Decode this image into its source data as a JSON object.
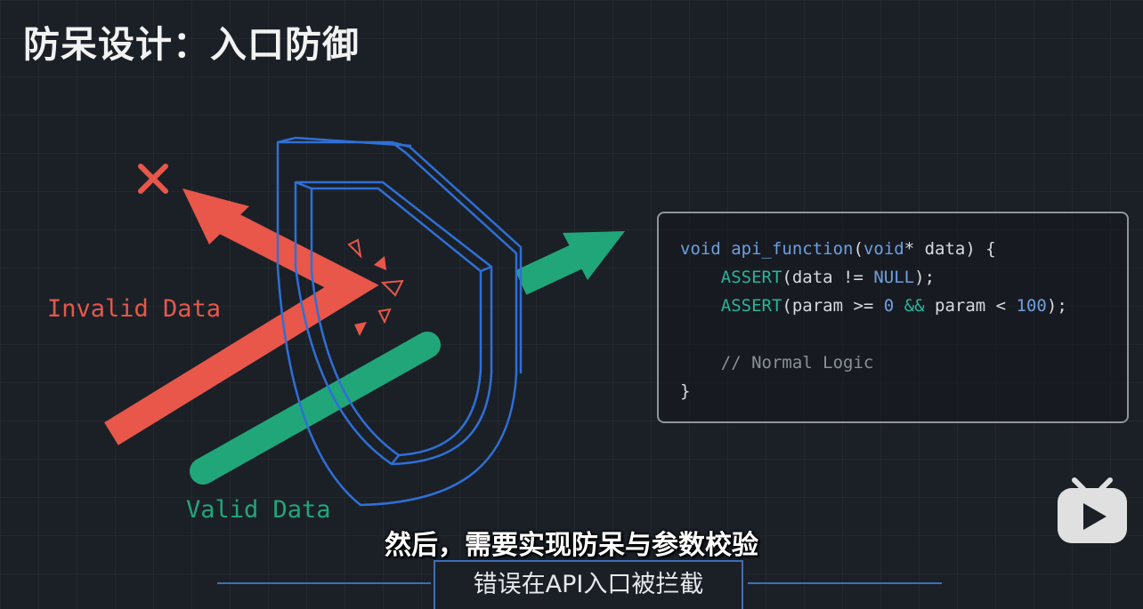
{
  "title": "防呆设计：入口防御",
  "labels": {
    "invalid": "Invalid Data",
    "valid": "Valid Data",
    "reject_mark": "✕"
  },
  "code": {
    "line1": {
      "kw1": "void",
      "fn": "api_function",
      "p1": "(",
      "kw2": "void",
      "rest": "* data) {"
    },
    "line2": {
      "indent": "    ",
      "macro": "ASSERT",
      "p1": "(data != ",
      "null": "NULL",
      "rest": ");"
    },
    "line3": {
      "indent": "    ",
      "macro": "ASSERT",
      "p1": "(param >= ",
      "n0": "0",
      "sp1": " ",
      "op": "&&",
      "p2": " param < ",
      "n100": "100",
      "rest": ");"
    },
    "line4": "",
    "line5": {
      "indent": "    ",
      "comment": "// Normal Logic"
    },
    "line6": "}"
  },
  "subtitle": "然后，需要实现防呆与参数校验",
  "caption": "错误在API入口被拦截",
  "colors": {
    "invalid": "#e8574a",
    "valid": "#21a67a",
    "shield": "#2f6fd6",
    "background": "#1b2027"
  },
  "icons": {
    "shield": "shield-icon",
    "reject": "x-mark-icon",
    "logo": "tv-play-icon"
  }
}
